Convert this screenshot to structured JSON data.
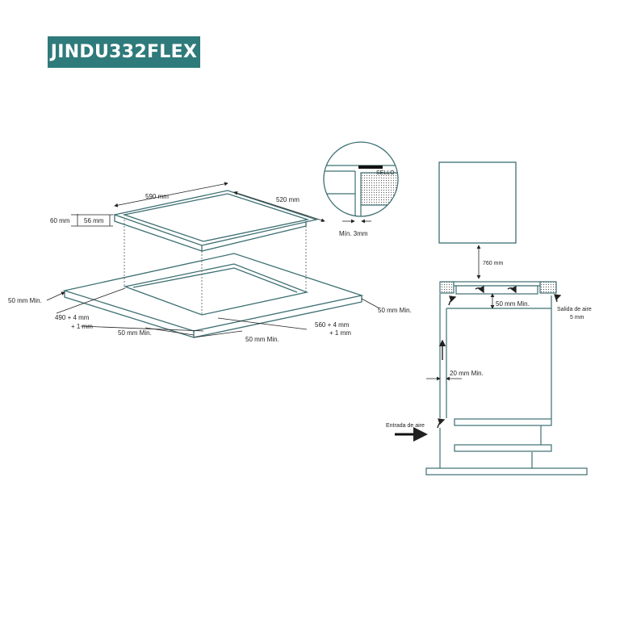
{
  "title": "JINDU332FLEX",
  "colors": {
    "outline": "#3d6f72",
    "badge": "#2f7a7b",
    "text": "#222222"
  },
  "left_view": {
    "width_label": "590 mm",
    "depth_label": "520 mm",
    "height_label": "60 mm",
    "inner_height_label": "56 mm",
    "left_margin_label": "50 mm Min.",
    "cutout_depth_label_line1": "490 + 4 mm",
    "cutout_depth_label_line2": "+ 1 mm",
    "front_margin_label": "50 mm Min.",
    "front_margin_label_2": "50 mm Min.",
    "cutout_width_label_line1": "560 + 4 mm",
    "cutout_width_label_line2": "+ 1 mm",
    "right_margin_label": "50 mm Min."
  },
  "detail": {
    "seal_label": "SELLO",
    "gap_label": "Mín. 3mm"
  },
  "right_view": {
    "hood_gap_label": "760 mm",
    "top_gap_label": "50 mm Min.",
    "air_out_label_line1": "Salida de aire",
    "air_out_label_line2": "5 mm",
    "side_gap_label": "20 mm Min.",
    "air_in_label": "Entrada de aire"
  }
}
